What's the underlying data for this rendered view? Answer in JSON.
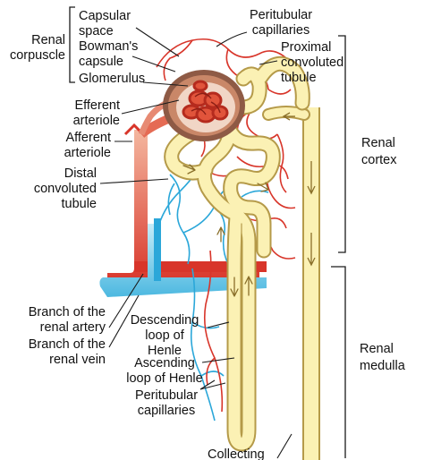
{
  "labels": {
    "capsular_space": [
      "Capsular",
      "space"
    ],
    "renal_corpuscle": [
      "Renal",
      "corpuscle"
    ],
    "bowmans_capsule": [
      "Bowman's",
      "capsule"
    ],
    "glomerulus": "Glomerulus",
    "peritubular_capillaries_top": [
      "Peritubular",
      "capillaries"
    ],
    "proximal_convoluted_tubule": [
      "Proximal",
      "convoluted",
      "tubule"
    ],
    "efferent_arteriole": [
      "Efferent",
      "arteriole"
    ],
    "afferent_arteriole": [
      "Afferent",
      "arteriole"
    ],
    "distal_convoluted_tubule": [
      "Distal",
      "convoluted",
      "tubule"
    ],
    "renal_cortex": [
      "Renal",
      "cortex"
    ],
    "renal_medulla": [
      "Renal",
      "medulla"
    ],
    "branch_renal_artery": [
      "Branch of the",
      "renal artery"
    ],
    "branch_renal_vein": [
      "Branch of the",
      "renal vein"
    ],
    "descending_loop": [
      "Descending",
      "loop of",
      "Henle"
    ],
    "ascending_loop": [
      "Ascending",
      "loop of Henle"
    ],
    "peritubular_capillaries_bottom": [
      "Peritubular",
      "capillaries"
    ],
    "collecting": "Collecting"
  },
  "colors": {
    "tubule_fill": "#fbf1b4",
    "tubule_edge": "#b59a49",
    "artery": "#d8352a",
    "artery_light": "#f2a08c",
    "vein": "#2ba7d9",
    "vein_light": "#a9dff2",
    "capillary_red": "#d8352a",
    "capillary_blue": "#2ba7d9",
    "bowman_fill": "#c98768",
    "glomerulus": "#e1543b"
  }
}
